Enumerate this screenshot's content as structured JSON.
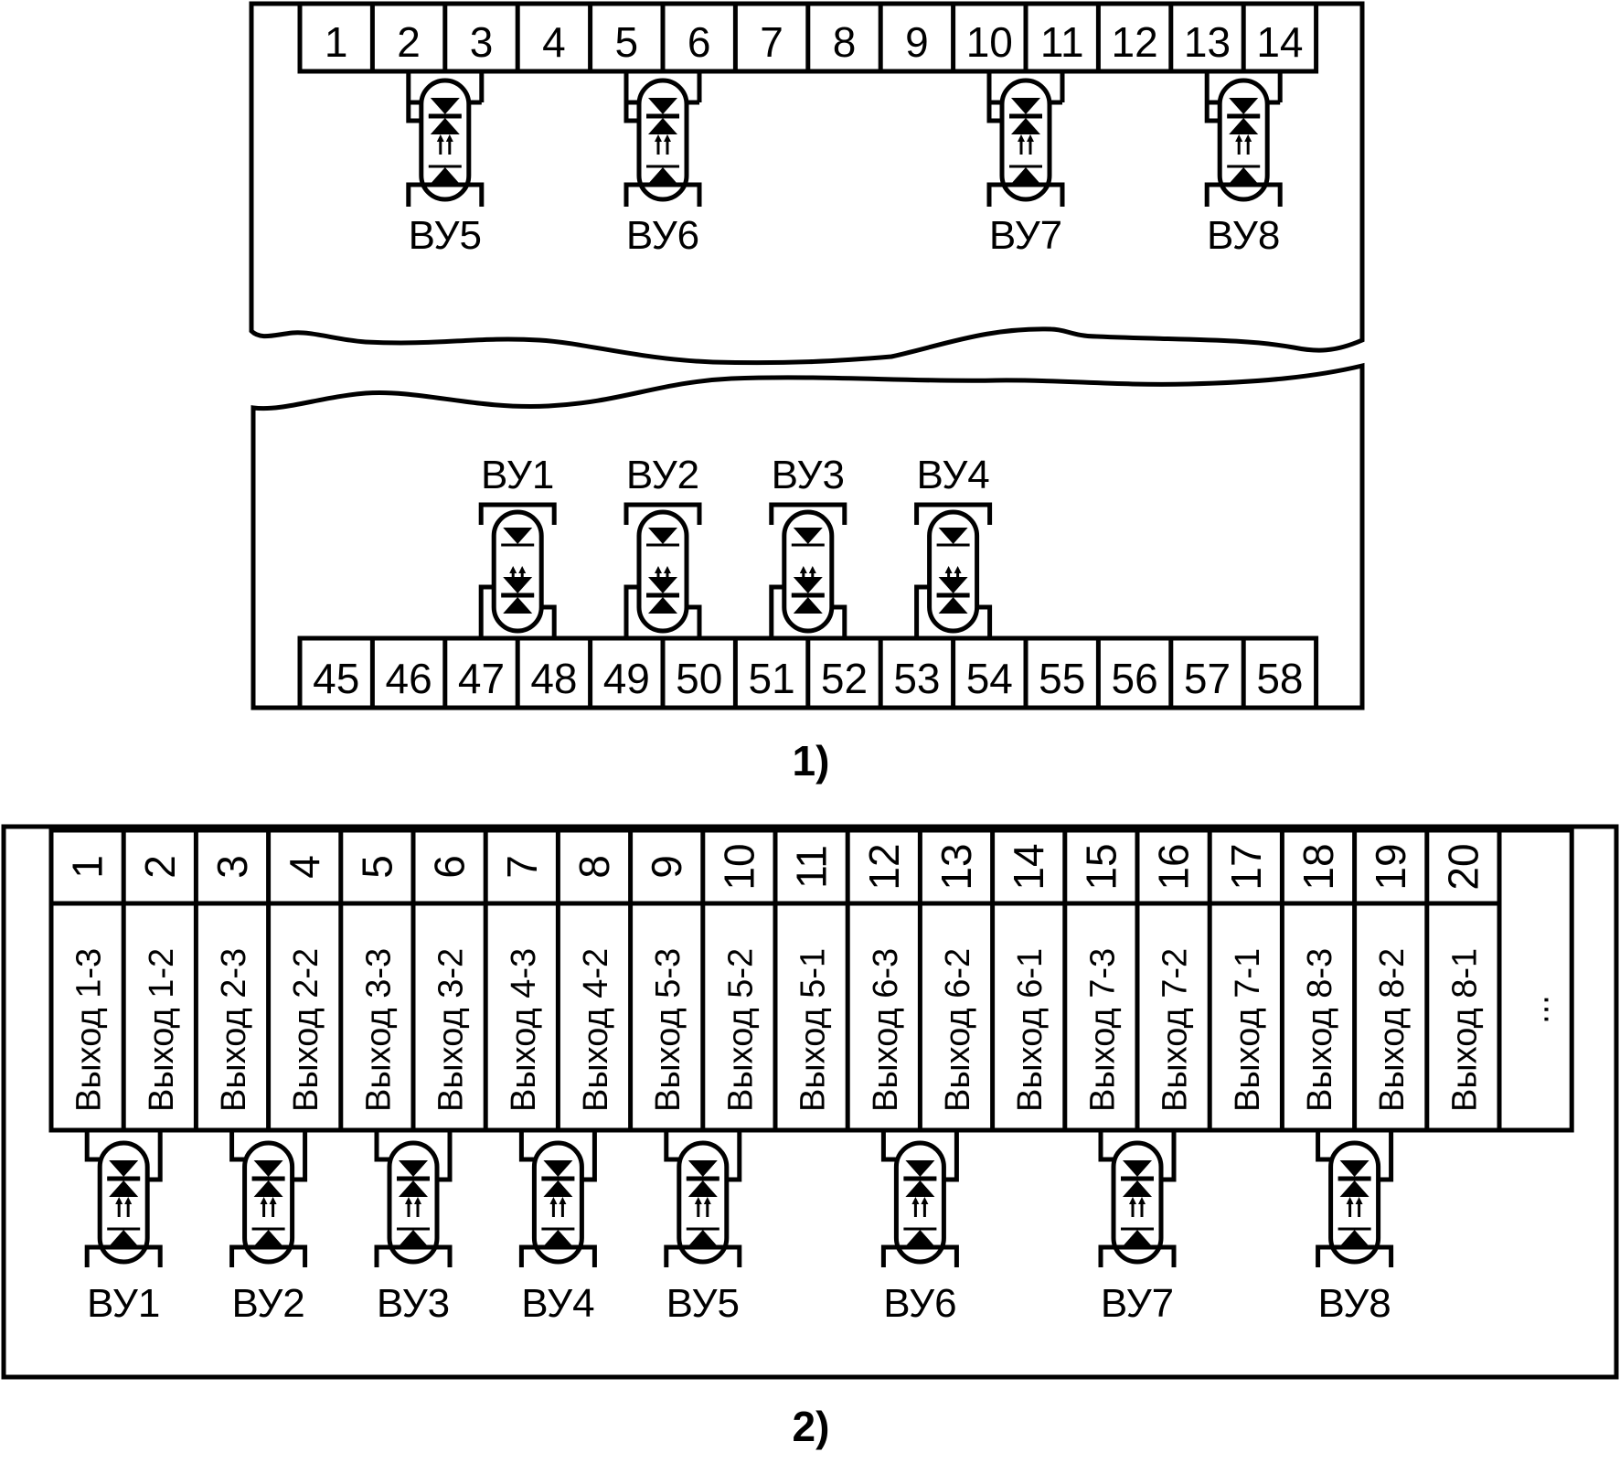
{
  "figure1": {
    "top_terminals": [
      "1",
      "2",
      "3",
      "4",
      "5",
      "6",
      "7",
      "8",
      "9",
      "10",
      "11",
      "12",
      "13",
      "14"
    ],
    "bottom_terminals": [
      "45",
      "46",
      "47",
      "48",
      "49",
      "50",
      "51",
      "52",
      "53",
      "54",
      "55",
      "56",
      "57",
      "58"
    ],
    "top_optos": [
      {
        "label": "ВУ5",
        "from": 1,
        "to": 2
      },
      {
        "label": "ВУ6",
        "from": 4,
        "to": 5
      },
      {
        "label": "ВУ7",
        "from": 9,
        "to": 10
      },
      {
        "label": "ВУ8",
        "from": 12,
        "to": 13
      }
    ],
    "bottom_optos": [
      {
        "label": "ВУ1",
        "from": 2,
        "to": 3
      },
      {
        "label": "ВУ2",
        "from": 4,
        "to": 5
      },
      {
        "label": "ВУ3",
        "from": 6,
        "to": 7
      },
      {
        "label": "ВУ4",
        "from": 8,
        "to": 9
      }
    ],
    "caption": "1)"
  },
  "figure2": {
    "numbers": [
      "1",
      "2",
      "3",
      "4",
      "5",
      "6",
      "7",
      "8",
      "9",
      "10",
      "11",
      "12",
      "13",
      "14",
      "15",
      "16",
      "17",
      "18",
      "19",
      "20"
    ],
    "outputs": [
      "Выход 1-3",
      "Выход 1-2",
      "Выход 2-3",
      "Выход 2-2",
      "Выход 3-3",
      "Выход 3-2",
      "Выход 4-3",
      "Выход 4-2",
      "Выход 5-3",
      "Выход 5-2",
      "Выход 5-1",
      "Выход 6-3",
      "Выход 6-2",
      "Выход 6-1",
      "Выход 7-3",
      "Выход 7-2",
      "Выход 7-1",
      "Выход 8-3",
      "Выход 8-2",
      "Выход 8-1"
    ],
    "ellipsis": "...",
    "optos": [
      {
        "label": "ВУ1",
        "from": 0,
        "to": 1
      },
      {
        "label": "ВУ2",
        "from": 2,
        "to": 3
      },
      {
        "label": "ВУ3",
        "from": 4,
        "to": 5
      },
      {
        "label": "ВУ4",
        "from": 6,
        "to": 7
      },
      {
        "label": "ВУ5",
        "from": 8,
        "to": 9
      },
      {
        "label": "ВУ6",
        "from": 11,
        "to": 12
      },
      {
        "label": "ВУ7",
        "from": 14,
        "to": 15
      },
      {
        "label": "ВУ8",
        "from": 17,
        "to": 18
      }
    ],
    "caption": "2)"
  }
}
